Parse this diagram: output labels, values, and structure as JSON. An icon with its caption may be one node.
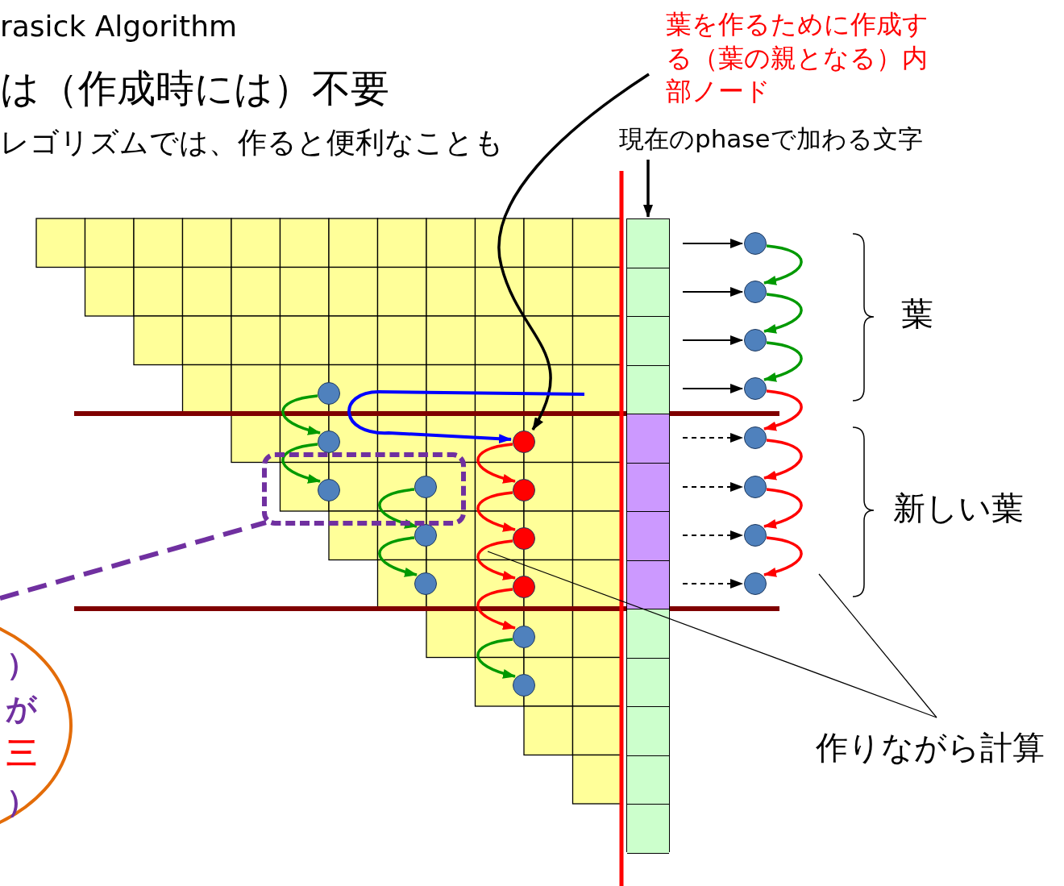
{
  "diagram": {
    "nodes": [
      {
        "text": [
          "葉を作るために作成する（葉の親となる）内部ノード"
        ]
      },
      {
        "text": [
          "現在のphaseで加わる文字"
        ]
      },
      {
        "text": [],
        "shape": "bar"
      },
      {
        "text": [],
        "shape": "circle"
      },
      {
        "text": [],
        "shape": "circle"
      },
      {
        "text": [],
        "shape": "circle"
      },
      {
        "text": [],
        "shape": "circle"
      },
      {
        "text": [],
        "shape": "circle"
      },
      {
        "text": [],
        "shape": "circle"
      },
      {
        "text": [],
        "shape": "circle"
      },
      {
        "text": [],
        "shape": "circle"
      },
      {
        "text": [],
        "shape": "circle"
      },
      {
        "text": [],
        "shape": "circle"
      },
      {
        "text": [],
        "shape": "circle",
        "in": 23
      },
      {
        "text": [],
        "shape": "circle",
        "in": 23
      },
      {
        "text": [],
        "shape": "circle"
      },
      {
        "text": [],
        "shape": "circle"
      },
      {
        "text": [],
        "shape": "circle"
      },
      {
        "text": [],
        "shape": "circle"
      },
      {
        "text": [],
        "shape": "circle"
      },
      {
        "text": [],
        "shape": "circle"
      },
      {
        "text": [],
        "shape": "circle"
      },
      {
        "text": [],
        "shape": "circle"
      },
      {
        "text": [],
        "shape": "box"
      },
      {
        "text": [
          "）",
          "が",
          "三",
          "）"
        ]
      },
      {
        "text": [
          "作りながら計算"
        ]
      }
    ],
    "edges": [
      {
        "from": 0,
        "to": 17,
        "arrow": "to"
      },
      {
        "from": 1,
        "to": 2,
        "arrow": "to"
      },
      {
        "from": null,
        "to": 3,
        "arrow": "to"
      },
      {
        "from": null,
        "to": 4,
        "arrow": "to"
      },
      {
        "from": null,
        "to": 5,
        "arrow": "to"
      },
      {
        "from": null,
        "to": 6,
        "arrow": "to"
      },
      {
        "from": null,
        "to": 7,
        "arrow": "to",
        "style": "dashed"
      },
      {
        "from": null,
        "to": 8,
        "arrow": "to",
        "style": "dashed"
      },
      {
        "from": null,
        "to": 9,
        "arrow": "to",
        "style": "dashed"
      },
      {
        "from": null,
        "to": 10,
        "arrow": "to",
        "style": "dashed"
      },
      {
        "from": null,
        "to": 17,
        "arrow": "to",
        "color": "#0000ff"
      },
      {
        "from": 3,
        "to": 4,
        "arrow": "to",
        "color": "#009900"
      },
      {
        "from": 4,
        "to": 5,
        "arrow": "to",
        "color": "#009900"
      },
      {
        "from": 5,
        "to": 6,
        "arrow": "to",
        "color": "#009900"
      },
      {
        "from": 6,
        "to": 7,
        "arrow": "to",
        "color": "#ff0000"
      },
      {
        "from": 7,
        "to": 8,
        "arrow": "to",
        "color": "#ff0000"
      },
      {
        "from": 8,
        "to": 9,
        "arrow": "to",
        "color": "#ff0000"
      },
      {
        "from": 9,
        "to": 10,
        "arrow": "to",
        "color": "#ff0000"
      },
      {
        "from": 11,
        "to": 12,
        "arrow": "to",
        "color": "#009900"
      },
      {
        "from": 12,
        "to": 13,
        "arrow": "to",
        "color": "#009900"
      },
      {
        "from": 14,
        "to": 15,
        "arrow": "to",
        "color": "#009900"
      },
      {
        "from": 15,
        "to": 16,
        "arrow": "to",
        "color": "#009900"
      },
      {
        "from": 17,
        "to": 18,
        "arrow": "to",
        "color": "#ff0000"
      },
      {
        "from": 18,
        "to": 19,
        "arrow": "to",
        "color": "#ff0000"
      },
      {
        "from": 19,
        "to": 20,
        "arrow": "to",
        "color": "#ff0000"
      },
      {
        "from": 20,
        "to": 21,
        "arrow": "to",
        "color": "#ff0000"
      },
      {
        "from": 21,
        "to": 22,
        "arrow": "to",
        "color": "#009900"
      },
      {
        "from": 24,
        "to": 23,
        "arrow": "none",
        "style": "dashed",
        "color": "#7030a0"
      },
      {
        "from": 25,
        "to": null,
        "arrow": "none"
      },
      {
        "from": 25,
        "to": null,
        "arrow": "none"
      }
    ],
    "labels": [
      "rasick Algorithm",
      "は（作成時には）不要",
      "レゴリズムでは、作ると便利なことも",
      "葉",
      "新しい葉"
    ]
  }
}
